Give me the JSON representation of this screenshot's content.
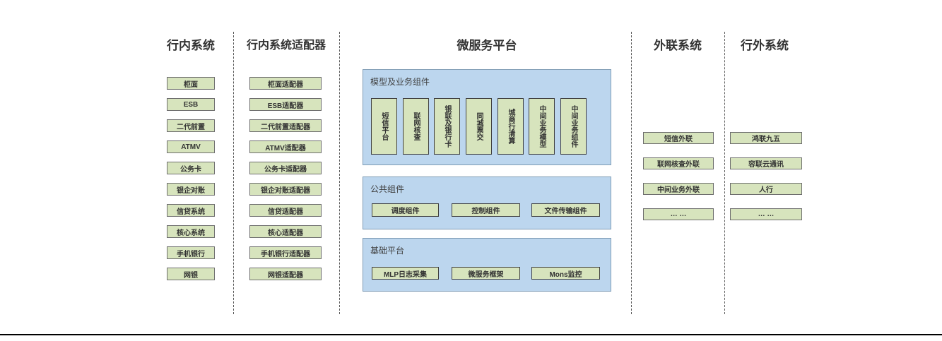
{
  "columns": {
    "internal": {
      "title": "行内系统",
      "items": [
        "柜面",
        "ESB",
        "二代前置",
        "ATMV",
        "公务卡",
        "银企对账",
        "信贷系统",
        "核心系统",
        "手机银行",
        "网银"
      ]
    },
    "adapters": {
      "title": "行内系统适配器",
      "items": [
        "柜面适配器",
        "ESB适配器",
        "二代前置适配器",
        "ATMV适配器",
        "公务卡适配器",
        "银企对账适配器",
        "信贷适配器",
        "核心适配器",
        "手机银行适配器",
        "网银适配器"
      ]
    },
    "platform": {
      "title": "微服务平台",
      "groups": [
        {
          "label": "模型及业务组件",
          "items": [
            "短信平台",
            "联网核查",
            "银联及银行卡",
            "同城票交",
            "城商行清算",
            "中间业务模型",
            "中间业务组件"
          ]
        },
        {
          "label": "公共组件",
          "items": [
            "调度组件",
            "控制组件",
            "文件传输组件"
          ]
        },
        {
          "label": "基础平台",
          "items": [
            "MLP日志采集",
            "微服务框架",
            "Mons监控"
          ]
        }
      ]
    },
    "outreach": {
      "title": "外联系统",
      "items": [
        "短信外联",
        "联网核查外联",
        "中间业务外联",
        "… …"
      ]
    },
    "external": {
      "title": "行外系统",
      "items": [
        "鸿联九五",
        "容联云通讯",
        "人行",
        "… …"
      ]
    }
  },
  "colors": {
    "box_fill": "#d7e4bd",
    "box_border": "#6e6e6e",
    "container_fill": "#bcd6ee",
    "container_border": "#7f9cb5",
    "divider": "#595959",
    "baseline": "#000000"
  }
}
